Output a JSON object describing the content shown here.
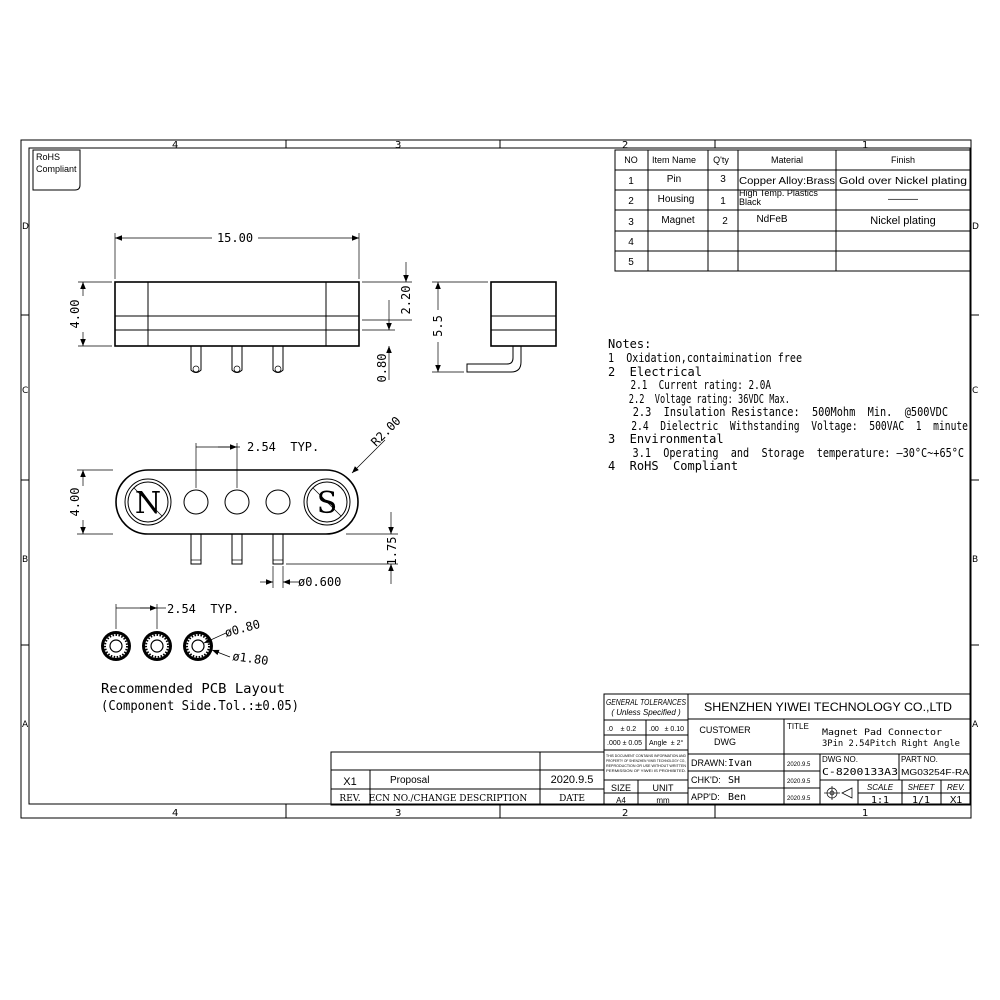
{
  "frame": {
    "col_labels": [
      "4",
      "3",
      "2",
      "1"
    ],
    "row_labels": [
      "D",
      "C",
      "B",
      "A"
    ],
    "rohs_badge": [
      "RoHS",
      "Compliant"
    ]
  },
  "bom": {
    "headers": [
      "NO",
      "Item Name",
      "Q'ty",
      "Material",
      "Finish"
    ],
    "rows": [
      {
        "no": "1",
        "name": "Pin",
        "qty": "3",
        "material": "Copper Alloy:Brass",
        "finish": "Gold over Nickel plating"
      },
      {
        "no": "2",
        "name": "Housing",
        "qty": "1",
        "material": "High Temp. Plastics Black",
        "finish": "———"
      },
      {
        "no": "3",
        "name": "Magnet",
        "qty": "2",
        "material": "NdFeB",
        "finish": "Nickel plating"
      },
      {
        "no": "4",
        "name": "",
        "qty": "",
        "material": "",
        "finish": ""
      },
      {
        "no": "5",
        "name": "",
        "qty": "",
        "material": "",
        "finish": ""
      }
    ]
  },
  "notes": {
    "title": "Notes:",
    "lines": [
      "1  Oxidation,contaimination free",
      "2  Electrical",
      "    2.1  Current rating: 2.0A",
      "    2.2  Voltage rating: 36VDC Max.",
      "    2.3  Insulation Resistance:  500Mohm  Min.  @500VDC",
      "    2.4  Dielectric  Withstanding  Voltage:  500VAC  1  minute",
      "3  Environmental",
      "    3.1  Operating  and  Storage  temperature: –30°C~+65°C",
      "4  RoHS  Compliant"
    ]
  },
  "dims": {
    "front_width": "15.00",
    "front_height": "4.00",
    "height_upper": "2.20",
    "pin_length": "0.80",
    "side_height": "5.5",
    "pitch_top": "2.54  TYP.",
    "radius": "R2.00",
    "bottom_height": "4.00",
    "pin_below": "1.75",
    "pin_dia": "ø0.600",
    "pcb_pitch": "2.54  TYP.",
    "hole_inner": "ø0.80",
    "hole_outer": "ø1.80"
  },
  "magnet_labels": {
    "left": "N",
    "right": "S"
  },
  "pcb_layout": {
    "caption_line1": "Recommended PCB Layout",
    "caption_line2": "(Component Side.Tol.:±0.05)"
  },
  "revision": {
    "rev": "X1",
    "description": "Proposal",
    "date": "2020.9.5",
    "hdr_rev": "REV.",
    "hdr_desc": "ECN NO./CHANGE DESCRIPTION",
    "hdr_date": "DATE"
  },
  "title_block": {
    "company": "SHENZHEN YIWEI TECHNOLOGY CO.,LTD",
    "tol_title": "GENERAL TOLERANCES",
    "tol_sub": "( Unless Specified )",
    "tol_a1": ".0    ± 0.2",
    "tol_a2": ".00   ± 0.10",
    "tol_b1": ".000 ± 0.05",
    "tol_b2": "Angle  ± 2°",
    "legal_lines": [
      "THIS DOCUMENT CONTAINS INFORMATION AND",
      "PROPERTY OF SHENZHEN YIWEI TECHNOLOGY CO.,",
      "REPRODUCTION OR USE WITHOUT WRITTEN",
      "PERMISSION OF YIWEI IS PROHIBITED."
    ],
    "size_label": "SIZE",
    "size_value": "A4",
    "unit_label": "UNIT",
    "unit_value": "mm",
    "customer_line1": "CUSTOMER",
    "customer_line2": "DWG",
    "title_label": "TITLE",
    "title_line1": "Magnet  Pad  Connector",
    "title_line2": "3Pin  2.54Pitch  Right  Angle",
    "drawn_label": "DRAWN:",
    "drawn_name": "Ivan",
    "drawn_date": "2020.9.5",
    "chkd_label": "CHK'D:",
    "chkd_name": "SH",
    "chkd_date": "2020.9.5",
    "appd_label": "APP'D:",
    "appd_name": "Ben",
    "appd_date": "2020.9.5",
    "dwg_no_label": "DWG NO.",
    "dwg_no": "C-8200133A3",
    "part_no_label": "PART NO.",
    "part_no": "MG03254F-RA",
    "scale_label": "SCALE",
    "scale": "1:1",
    "sheet_label": "SHEET",
    "sheet": "1/1",
    "rev_label": "REV.",
    "rev": "X1"
  }
}
